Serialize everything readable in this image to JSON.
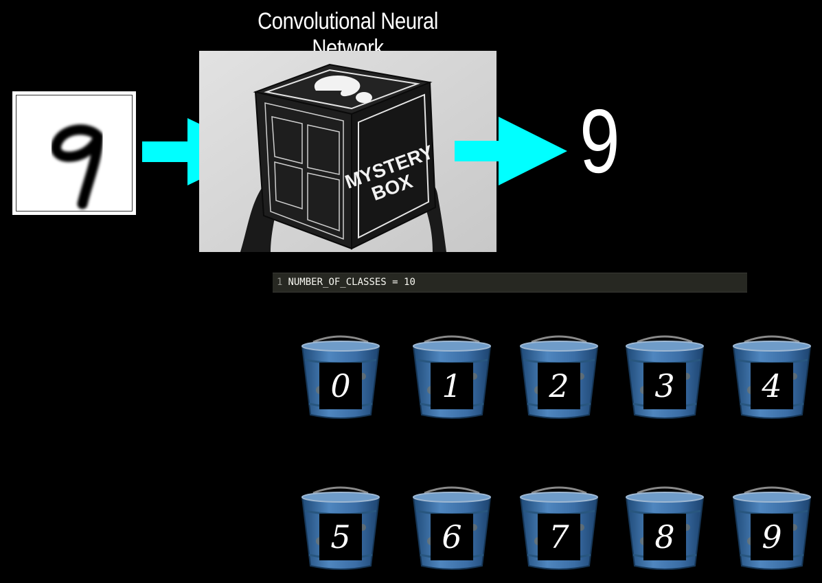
{
  "title": "Convolutional Neural Network",
  "input_image": {
    "digit": "9"
  },
  "mystery_box": {
    "label_line1": "MYSTERY",
    "label_line2": "BOX"
  },
  "output": {
    "prediction": "9"
  },
  "code": {
    "line_number": "1",
    "text": "NUMBER_OF_CLASSES = 10"
  },
  "buckets": [
    "0",
    "1",
    "2",
    "3",
    "4",
    "5",
    "6",
    "7",
    "8",
    "9"
  ],
  "colors": {
    "arrow": "#00ffff",
    "background": "#000000",
    "bucket": "#3b6ea6"
  }
}
